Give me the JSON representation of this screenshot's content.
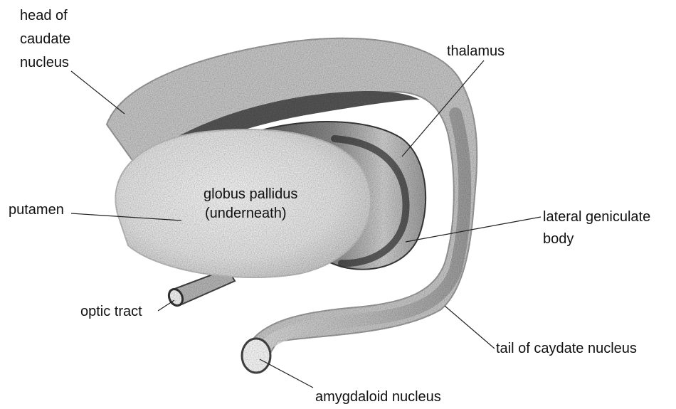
{
  "labels": {
    "head_caudate_1": "head of",
    "head_caudate_2": "caudate",
    "head_caudate_3": "nucleus",
    "thalamus": "thalamus",
    "putamen": "putamen",
    "globus_1": "globus pallidus",
    "globus_2": "(underneath)",
    "lgb_1": "lateral geniculate",
    "lgb_2": "body",
    "optic_tract": "optic tract",
    "tail_caudate": "tail of caydate nucleus",
    "amygdaloid": "amygdaloid nucleus"
  },
  "colors": {
    "text": "#111111",
    "leader": "#222222",
    "light_tissue": "#e9e9e9",
    "mid_tissue": "#a9a9a9",
    "dark_tissue": "#3f3f3f"
  }
}
